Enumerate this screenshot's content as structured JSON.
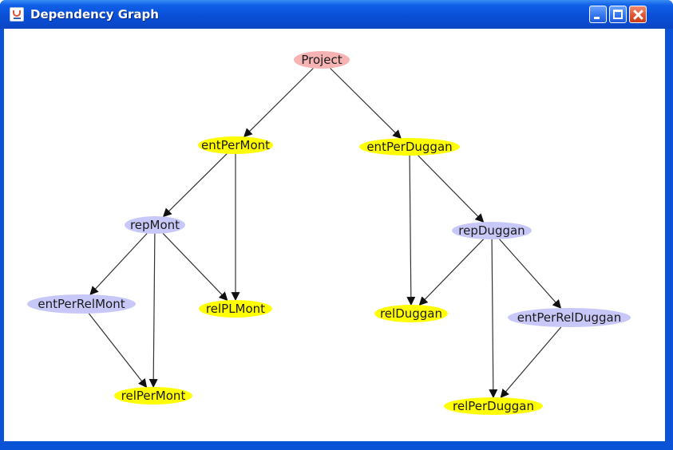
{
  "window": {
    "title": "Dependency Graph",
    "icon": "java-cup-icon"
  },
  "colors": {
    "root": "#f5b3b3",
    "entity_yellow": "#ffff00",
    "rep_lavender": "#c8c8f8",
    "edge": "#333333"
  },
  "nodes": [
    {
      "id": "Project",
      "label": "Project",
      "color": "#f5b3b3"
    },
    {
      "id": "entPerMont",
      "label": "entPerMont",
      "color": "#ffff00"
    },
    {
      "id": "entPerDuggan",
      "label": "entPerDuggan",
      "color": "#ffff00"
    },
    {
      "id": "repMont",
      "label": "repMont",
      "color": "#c8c8f8"
    },
    {
      "id": "repDuggan",
      "label": "repDuggan",
      "color": "#c8c8f8"
    },
    {
      "id": "entPerRelMont",
      "label": "entPerRelMont",
      "color": "#c8c8f8"
    },
    {
      "id": "relPLMont",
      "label": "relPLMont",
      "color": "#ffff00"
    },
    {
      "id": "relDuggan",
      "label": "relDuggan",
      "color": "#ffff00"
    },
    {
      "id": "entPerRelDuggan",
      "label": "entPerRelDuggan",
      "color": "#c8c8f8"
    },
    {
      "id": "relPerMont",
      "label": "relPerMont",
      "color": "#ffff00"
    },
    {
      "id": "relPerDuggan",
      "label": "relPerDuggan",
      "color": "#ffff00"
    }
  ],
  "edges": [
    {
      "from": "Project",
      "to": "entPerMont"
    },
    {
      "from": "Project",
      "to": "entPerDuggan"
    },
    {
      "from": "entPerMont",
      "to": "repMont"
    },
    {
      "from": "entPerMont",
      "to": "relPLMont"
    },
    {
      "from": "entPerDuggan",
      "to": "repDuggan"
    },
    {
      "from": "entPerDuggan",
      "to": "relDuggan"
    },
    {
      "from": "repMont",
      "to": "entPerRelMont"
    },
    {
      "from": "repMont",
      "to": "relPerMont"
    },
    {
      "from": "repMont",
      "to": "relPLMont"
    },
    {
      "from": "entPerRelMont",
      "to": "relPerMont"
    },
    {
      "from": "repDuggan",
      "to": "relDuggan"
    },
    {
      "from": "repDuggan",
      "to": "relPerDuggan"
    },
    {
      "from": "repDuggan",
      "to": "entPerRelDuggan"
    },
    {
      "from": "entPerRelDuggan",
      "to": "relPerDuggan"
    }
  ]
}
